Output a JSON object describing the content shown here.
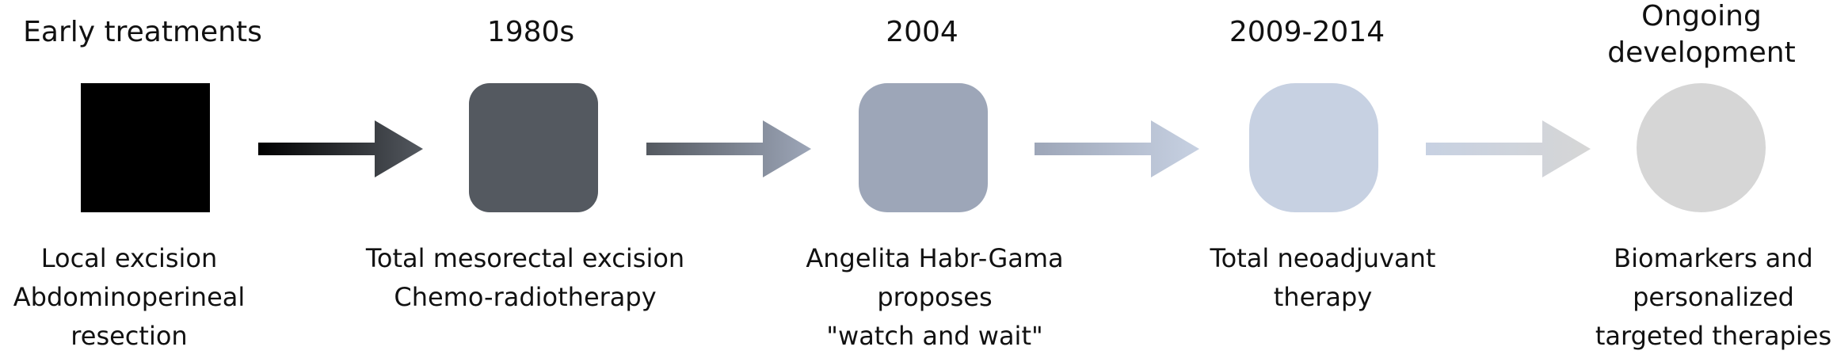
{
  "timeline": {
    "stages": [
      {
        "title_lines": [
          "Early treatments"
        ],
        "desc_lines": [
          "Local excision",
          "Abdominoperineal",
          "resection"
        ],
        "color": "#000000",
        "shape": "square"
      },
      {
        "title_lines": [
          "1980s"
        ],
        "desc_lines": [
          "Total mesorectal excision",
          "Chemo-radiotherapy"
        ],
        "color": "#545960",
        "shape": "rounded-square"
      },
      {
        "title_lines": [
          "2004"
        ],
        "desc_lines": [
          "Angelita Habr-Gama",
          "proposes",
          "\"watch and wait\""
        ],
        "color": "#9DA6B8",
        "shape": "rounded-square"
      },
      {
        "title_lines": [
          "2009-2014"
        ],
        "desc_lines": [
          "Total neoadjuvant",
          "therapy"
        ],
        "color": "#C7D1E2",
        "shape": "squircle"
      },
      {
        "title_lines": [
          "Ongoing",
          "development"
        ],
        "desc_lines": [
          "Biomarkers and",
          "personalized",
          "targeted therapies"
        ],
        "color": "#D6D6D6",
        "shape": "circle"
      }
    ],
    "arrows": [
      {
        "from_color": "#000000",
        "to_color": "#545960"
      },
      {
        "from_color": "#545960",
        "to_color": "#9DA6B8"
      },
      {
        "from_color": "#9DA6B8",
        "to_color": "#C7D1E2"
      },
      {
        "from_color": "#C7D1E2",
        "to_color": "#D6D6D6"
      }
    ]
  }
}
